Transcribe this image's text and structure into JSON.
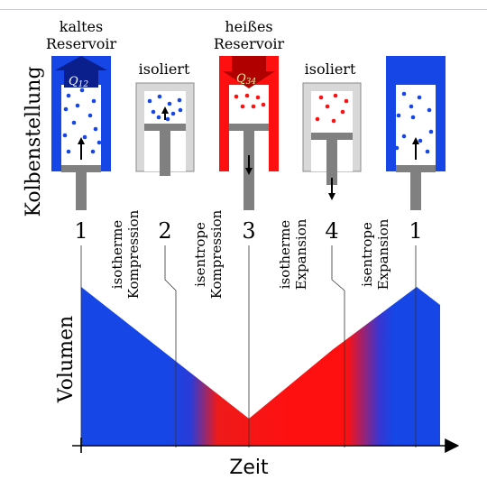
{
  "colors": {
    "cold": "#1646e6",
    "hot": "#ff1010",
    "insulated": "#d8d8d8",
    "insulated_border": "#8a8a8a",
    "piston": "#808080",
    "heat_box_cold": "#0b1f8c",
    "heat_label_hot": "#f6f0a0",
    "heat_label_cold": "#ffffff"
  },
  "labels": {
    "y_top": "Kolbenstellung",
    "y_bottom": "Volumen",
    "x_axis": "Zeit"
  },
  "reservoirs": {
    "cold": {
      "line1": "kaltes",
      "line2": "Reservoir",
      "heat_base": "Q",
      "heat_sub": "12"
    },
    "hot": {
      "line1": "heißes",
      "line2": "Reservoir",
      "heat_base": "Q",
      "heat_sub": "34"
    }
  },
  "cylinders": [
    {
      "id": "c1",
      "state": "1",
      "wall": "cold",
      "caption": "",
      "dots": "blue",
      "arrow_inner": "up",
      "arrow_outer": ""
    },
    {
      "id": "c2",
      "state": "",
      "wall": "insulated",
      "caption": "isoliert",
      "dots": "blue",
      "arrow_inner": "up",
      "arrow_outer": ""
    },
    {
      "id": "c3",
      "state": "3",
      "wall": "hot",
      "caption": "",
      "dots": "red",
      "arrow_inner": "",
      "arrow_outer": "down"
    },
    {
      "id": "c4",
      "state": "",
      "wall": "insulated",
      "caption": "isoliert",
      "dots": "red",
      "arrow_inner": "",
      "arrow_outer": "down"
    },
    {
      "id": "c5",
      "state": "1",
      "wall": "cold",
      "caption": "",
      "dots": "blue",
      "arrow_inner": "up",
      "arrow_outer": ""
    }
  ],
  "state_numbers": [
    "1",
    "2",
    "3",
    "4",
    "1"
  ],
  "processes": [
    {
      "line1": "isotherme",
      "line2": "Kompression"
    },
    {
      "line1": "isentrope",
      "line2": "Kompression"
    },
    {
      "line1": "isotherme",
      "line2": "Expansion"
    },
    {
      "line1": "isentrope",
      "line2": "Expansion"
    }
  ],
  "volume_profile": {
    "t": [
      0,
      1,
      2,
      3,
      4,
      5.2
    ],
    "v": [
      1.0,
      0.6,
      0.2,
      0.62,
      1.0,
      0.9
    ]
  }
}
